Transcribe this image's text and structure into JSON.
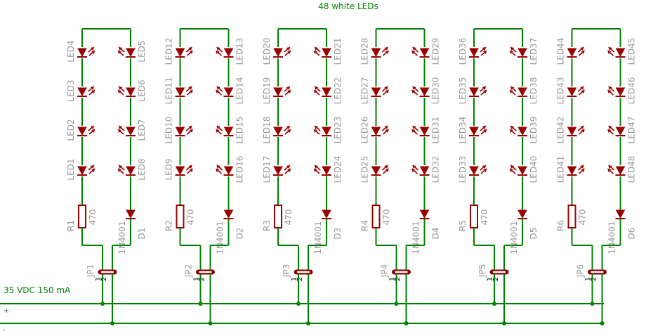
{
  "title": "48 white LEDs",
  "supply_label": "35 VDC 150 mA",
  "plus_label": "+",
  "minus_label": "-",
  "colors": {
    "wire": "#008000",
    "part": "#990000",
    "label": "#999999",
    "title": "#008000",
    "pin": "#000000",
    "jumper": "#880000",
    "background": "#ffffff"
  },
  "strings": [
    {
      "left_leds": [
        "LED4",
        "LED3",
        "LED2",
        "LED1"
      ],
      "right_leds": [
        "LED5",
        "LED6",
        "LED7",
        "LED8"
      ],
      "resistor": "R1",
      "resistor_value": "470",
      "diode": "D1",
      "diode_value": "1N4001",
      "jumper": "JP1",
      "pins": [
        "1",
        "2"
      ]
    },
    {
      "left_leds": [
        "LED12",
        "LED11",
        "LED10",
        "LED9"
      ],
      "right_leds": [
        "LED13",
        "LED14",
        "LED15",
        "LED16"
      ],
      "resistor": "R2",
      "resistor_value": "470",
      "diode": "D2",
      "diode_value": "1N4001",
      "jumper": "JP2",
      "pins": [
        "1",
        "2"
      ]
    },
    {
      "left_leds": [
        "LED20",
        "LED19",
        "LED18",
        "LED17"
      ],
      "right_leds": [
        "LED21",
        "LED22",
        "LED23",
        "LED24"
      ],
      "resistor": "R3",
      "resistor_value": "470",
      "diode": "D3",
      "diode_value": "1N4001",
      "jumper": "JP3",
      "pins": [
        "1",
        "2"
      ]
    },
    {
      "left_leds": [
        "LED28",
        "LED27",
        "LED26",
        "LED25"
      ],
      "right_leds": [
        "LED29",
        "LED30",
        "LED31",
        "LED32"
      ],
      "resistor": "R4",
      "resistor_value": "470",
      "diode": "D4",
      "diode_value": "1N4001",
      "jumper": "JP4",
      "pins": [
        "1",
        "2"
      ]
    },
    {
      "left_leds": [
        "LED36",
        "LED35",
        "LED34",
        "LED33"
      ],
      "right_leds": [
        "LED37",
        "LED38",
        "LED39",
        "LED40"
      ],
      "resistor": "R5",
      "resistor_value": "470",
      "diode": "D5",
      "diode_value": "1N4001",
      "jumper": "JP5",
      "pins": [
        "1",
        "2"
      ]
    },
    {
      "left_leds": [
        "LED44",
        "LED43",
        "LED42",
        "LED41"
      ],
      "right_leds": [
        "LED45",
        "LED46",
        "LED47",
        "LED48"
      ],
      "resistor": "R6",
      "resistor_value": "470",
      "diode": "D6",
      "diode_value": "1N4001",
      "jumper": "JP6",
      "pins": [
        "1",
        "2"
      ]
    }
  ]
}
